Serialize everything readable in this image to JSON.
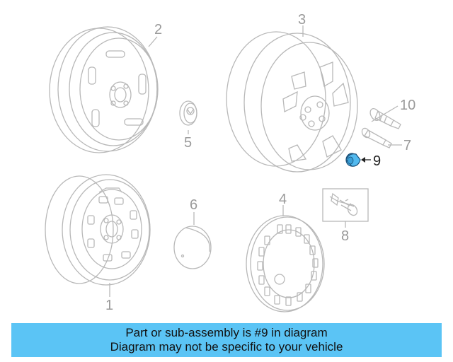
{
  "diagram": {
    "callouts": {
      "c1": "1",
      "c2": "2",
      "c3": "3",
      "c4": "4",
      "c5": "5",
      "c6": "6",
      "c7": "7",
      "c8": "8",
      "c9": "9",
      "c10": "10"
    },
    "highlighted_part": "9",
    "colors": {
      "line": "#b8b8b8",
      "highlight_fill": "#52b9ee",
      "highlight_stroke": "#1a4f78",
      "banner": "#5bc4f5"
    }
  },
  "banner": {
    "line1": "Part or sub-assembly is #9 in diagram",
    "line2": "Diagram may not be specific to your vehicle"
  }
}
